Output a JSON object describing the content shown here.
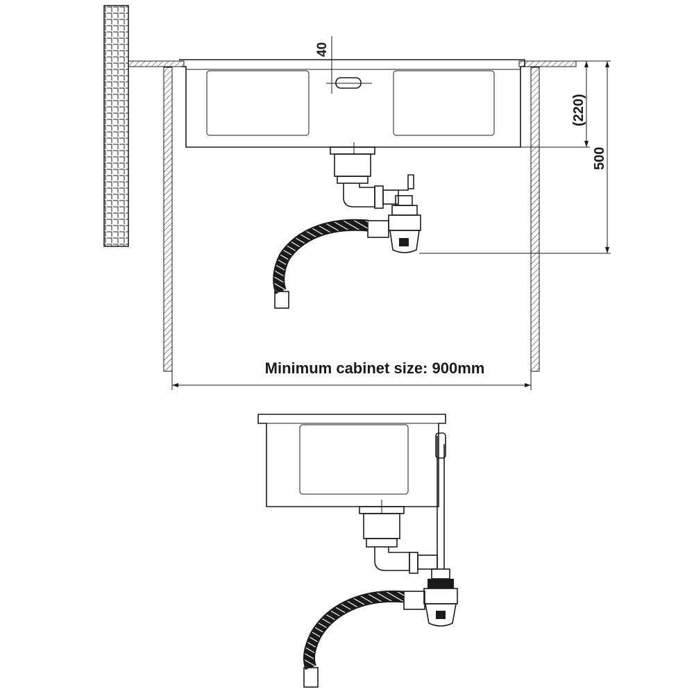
{
  "diagram": {
    "top_view": {
      "dim_overflow": "40",
      "dim_sink_depth": "(220)",
      "dim_drain_height": "500",
      "cabinet_label": "Minimum cabinet size: 900mm"
    },
    "colors": {
      "line": "#1a1a1a",
      "background": "#ffffff"
    }
  }
}
